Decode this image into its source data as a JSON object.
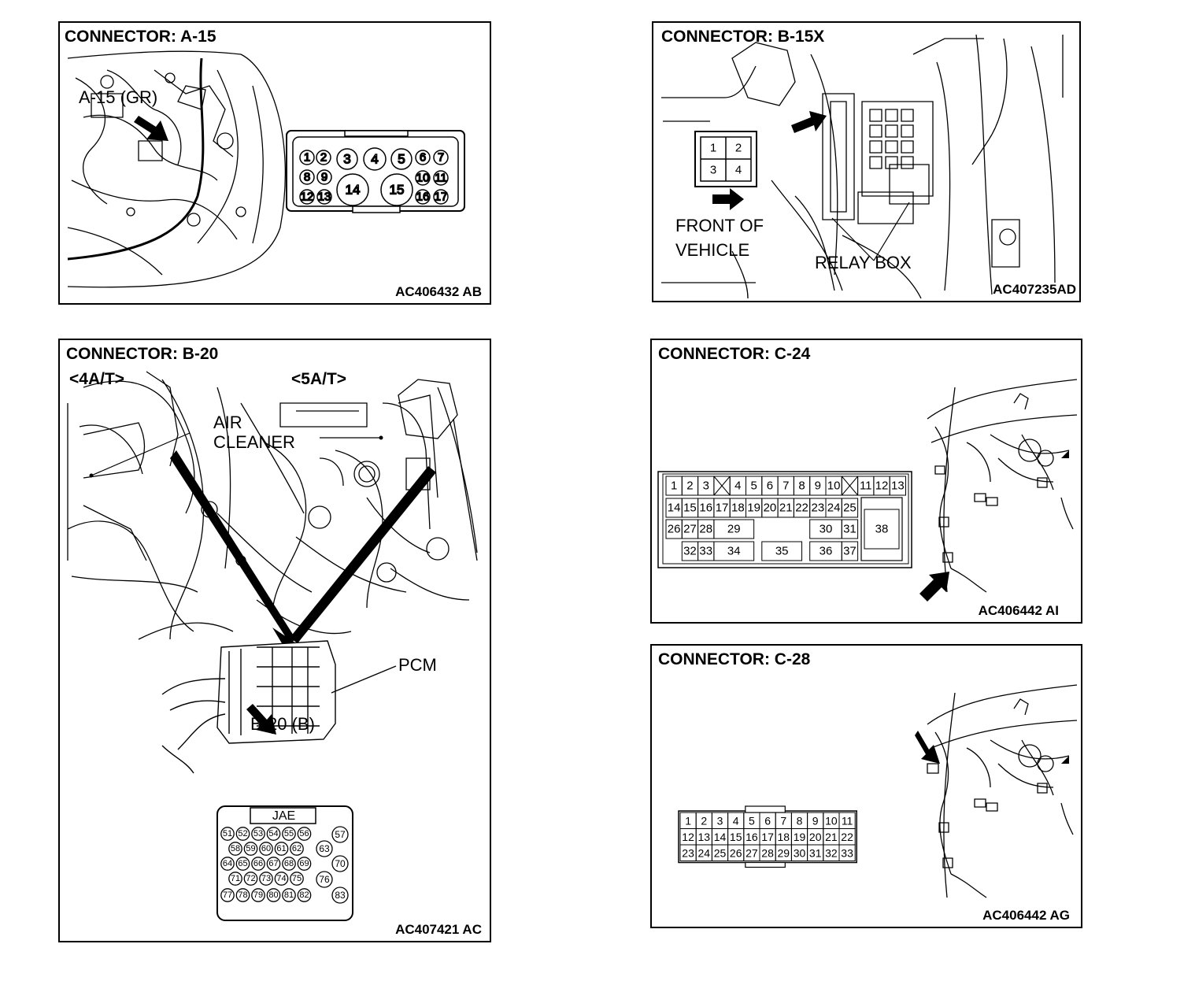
{
  "panels": {
    "a15": {
      "title": "CONNECTOR: A-15",
      "code": "AC406432 AB",
      "location_label": "A-15 (GR)",
      "pins": [
        "1",
        "2",
        "3",
        "4",
        "5",
        "6",
        "7",
        "8",
        "9",
        "10",
        "11",
        "12",
        "13",
        "14",
        "15",
        "16",
        "17"
      ]
    },
    "b15x": {
      "title": "CONNECTOR: B-15X",
      "code": "AC407235AD",
      "pins": [
        "1",
        "2",
        "3",
        "4"
      ],
      "front_line1": "FRONT OF",
      "front_line2": "VEHICLE",
      "relay_box": "RELAY BOX"
    },
    "b20": {
      "title": "CONNECTOR: B-20",
      "code": "AC407421 AC",
      "variant_4at": "<4A/T>",
      "variant_5at": "<5A/T>",
      "air_line1": "AIR",
      "air_line2": "CLEANER",
      "pcm": "PCM",
      "location_label": "B-20 (B)",
      "maker": "JAE",
      "pins": [
        "51",
        "52",
        "53",
        "54",
        "55",
        "56",
        "57",
        "58",
        "59",
        "60",
        "61",
        "62",
        "63",
        "64",
        "65",
        "66",
        "67",
        "68",
        "69",
        "70",
        "71",
        "72",
        "73",
        "74",
        "75",
        "76",
        "77",
        "78",
        "79",
        "80",
        "81",
        "82",
        "83"
      ]
    },
    "c24": {
      "title": "CONNECTOR: C-24",
      "code": "AC406442 AI",
      "pins": [
        "1",
        "2",
        "3",
        "4",
        "5",
        "6",
        "7",
        "8",
        "9",
        "10",
        "11",
        "12",
        "13",
        "14",
        "15",
        "16",
        "17",
        "18",
        "19",
        "20",
        "21",
        "22",
        "23",
        "24",
        "25",
        "26",
        "27",
        "28",
        "29",
        "30",
        "31",
        "32",
        "33",
        "34",
        "35",
        "36",
        "37",
        "38"
      ]
    },
    "c28": {
      "title": "CONNECTOR: C-28",
      "code": "AC406442 AG",
      "pins": [
        "1",
        "2",
        "3",
        "4",
        "5",
        "6",
        "7",
        "8",
        "9",
        "10",
        "11",
        "12",
        "13",
        "14",
        "15",
        "16",
        "17",
        "18",
        "19",
        "20",
        "21",
        "22",
        "23",
        "24",
        "25",
        "26",
        "27",
        "28",
        "29",
        "30",
        "31",
        "32",
        "33"
      ]
    }
  }
}
